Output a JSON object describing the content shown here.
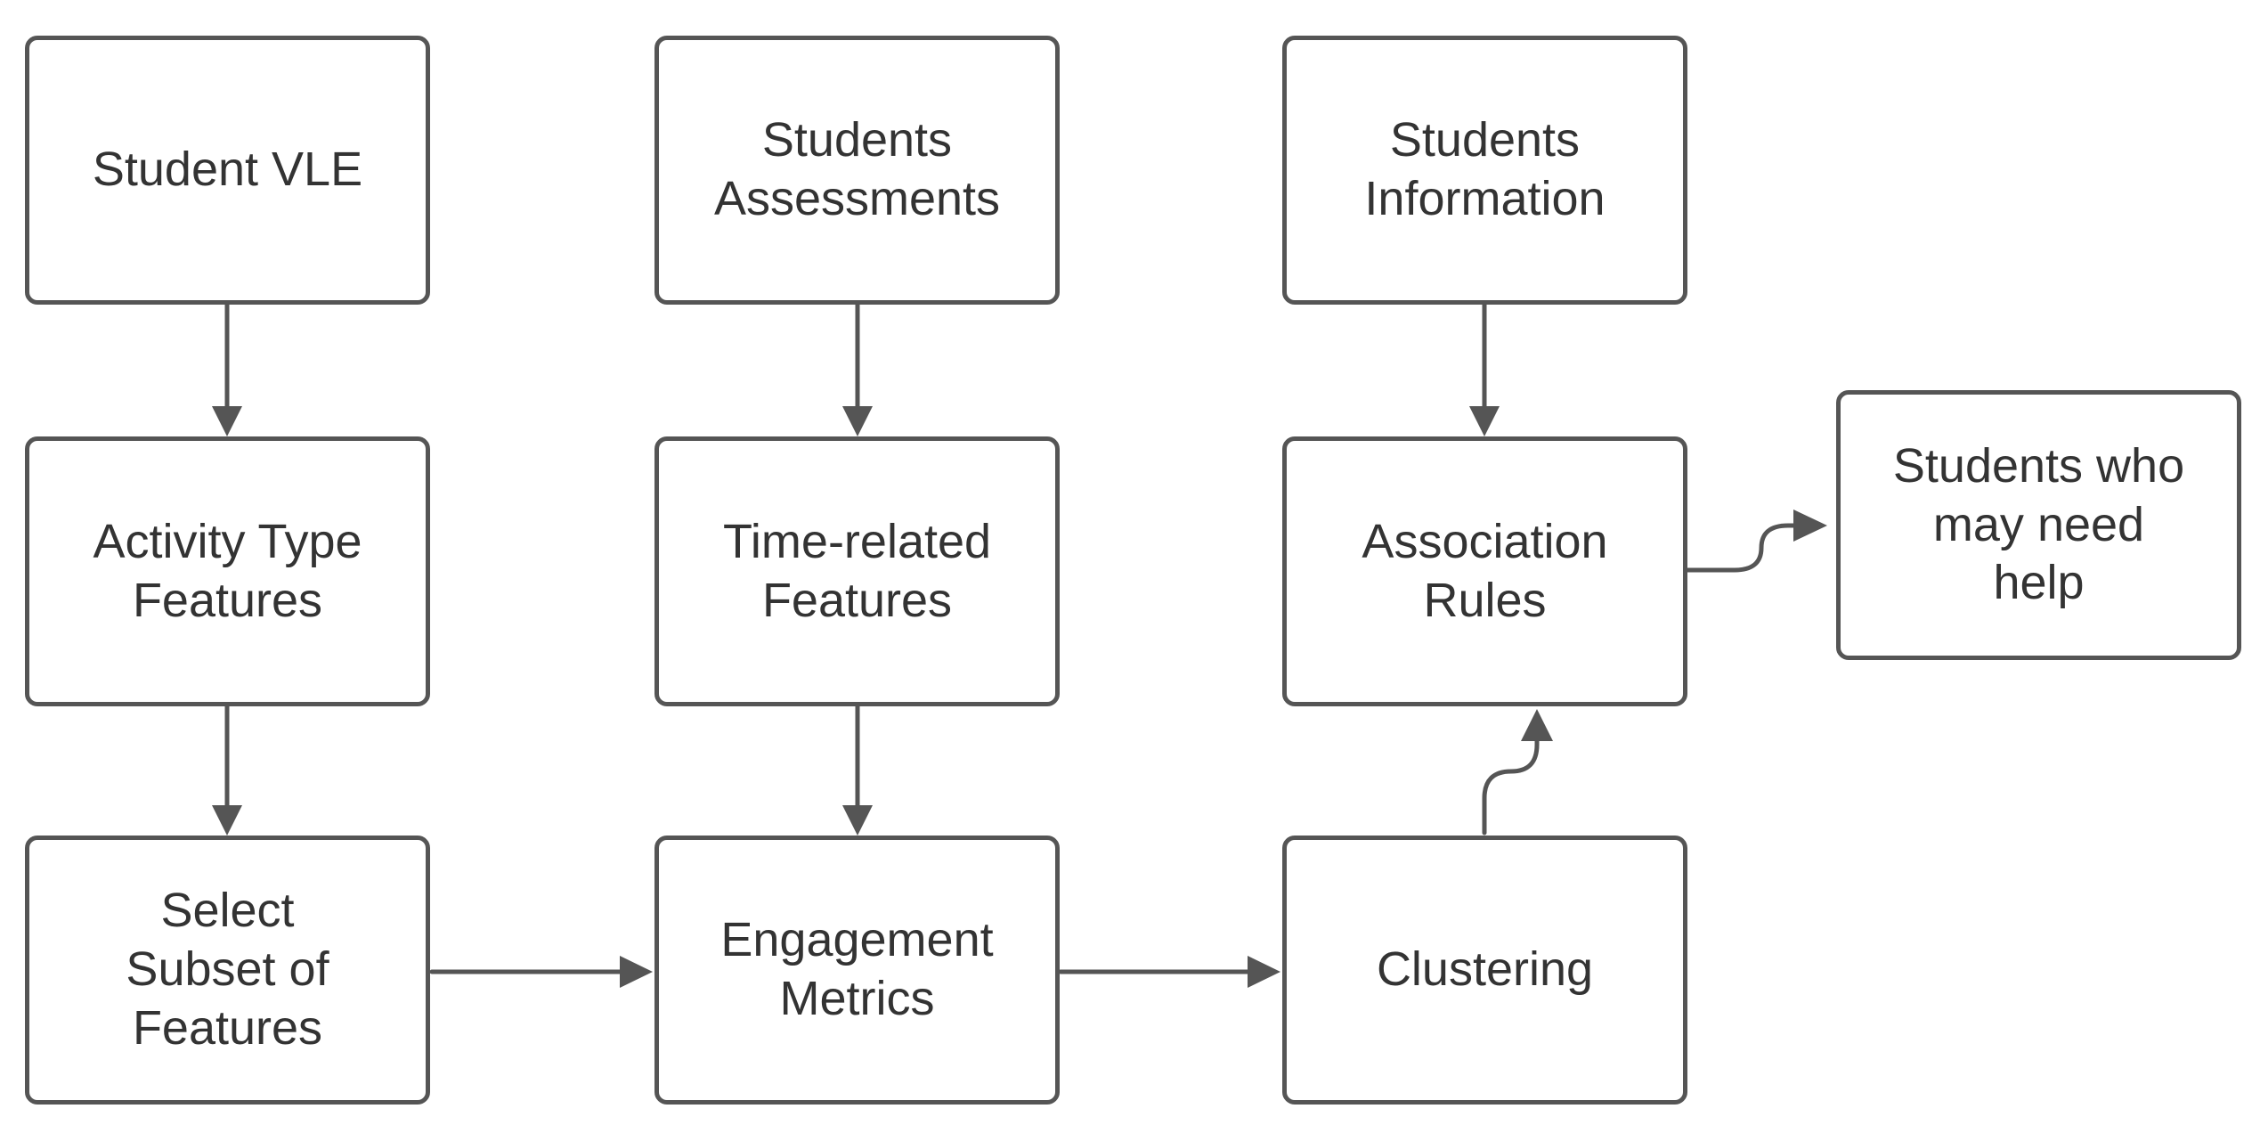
{
  "diagram": {
    "nodes": {
      "student_vle": "Student VLE",
      "students_assessments": "Students\nAssessments",
      "students_information": "Students\nInformation",
      "activity_type_features": "Activity Type\nFeatures",
      "time_related_features": "Time-related\nFeatures",
      "association_rules": "Association\nRules",
      "students_who_may_need_help": "Students who\nmay need\nhelp",
      "select_subset_of_features": "Select\nSubset of\nFeatures",
      "engagement_metrics": "Engagement\nMetrics",
      "clustering": "Clustering"
    },
    "edges": [
      {
        "from": "student_vle",
        "to": "activity_type_features"
      },
      {
        "from": "activity_type_features",
        "to": "select_subset_of_features"
      },
      {
        "from": "students_assessments",
        "to": "time_related_features"
      },
      {
        "from": "time_related_features",
        "to": "engagement_metrics"
      },
      {
        "from": "students_information",
        "to": "association_rules"
      },
      {
        "from": "select_subset_of_features",
        "to": "engagement_metrics"
      },
      {
        "from": "engagement_metrics",
        "to": "clustering"
      },
      {
        "from": "clustering",
        "to": "association_rules"
      },
      {
        "from": "association_rules",
        "to": "students_who_may_need_help"
      }
    ],
    "colors": {
      "border": "#555555",
      "text": "#333333",
      "background": "#ffffff"
    }
  }
}
